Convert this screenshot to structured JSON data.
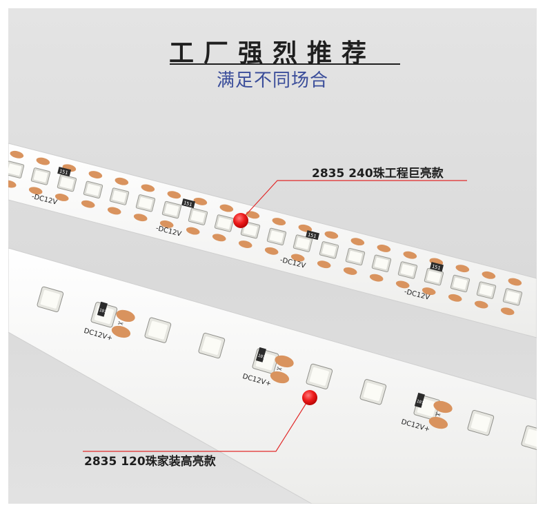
{
  "header": {
    "title": "工厂强烈推荐",
    "subtitle": "满足不同场合"
  },
  "callouts": [
    {
      "label": "2835 240珠工程巨亮款"
    },
    {
      "label": "2835 120珠家装高亮款"
    }
  ],
  "strip_markings": {
    "voltage_upper": "-DC12V",
    "voltage_lower": "DC12V+",
    "resistor_code": "151",
    "resistor_code_lower": "101",
    "cut_mark": "✂"
  },
  "colors": {
    "title": "#1f1f1f",
    "subtitle": "#3a4d9a",
    "callout_line": "#e12a2a",
    "pcb": "#f7f7f5",
    "pad": "#d9935e",
    "led": "#fbfbf6"
  },
  "icon_names": [
    "callout-dot-icon",
    "scissors-icon"
  ]
}
